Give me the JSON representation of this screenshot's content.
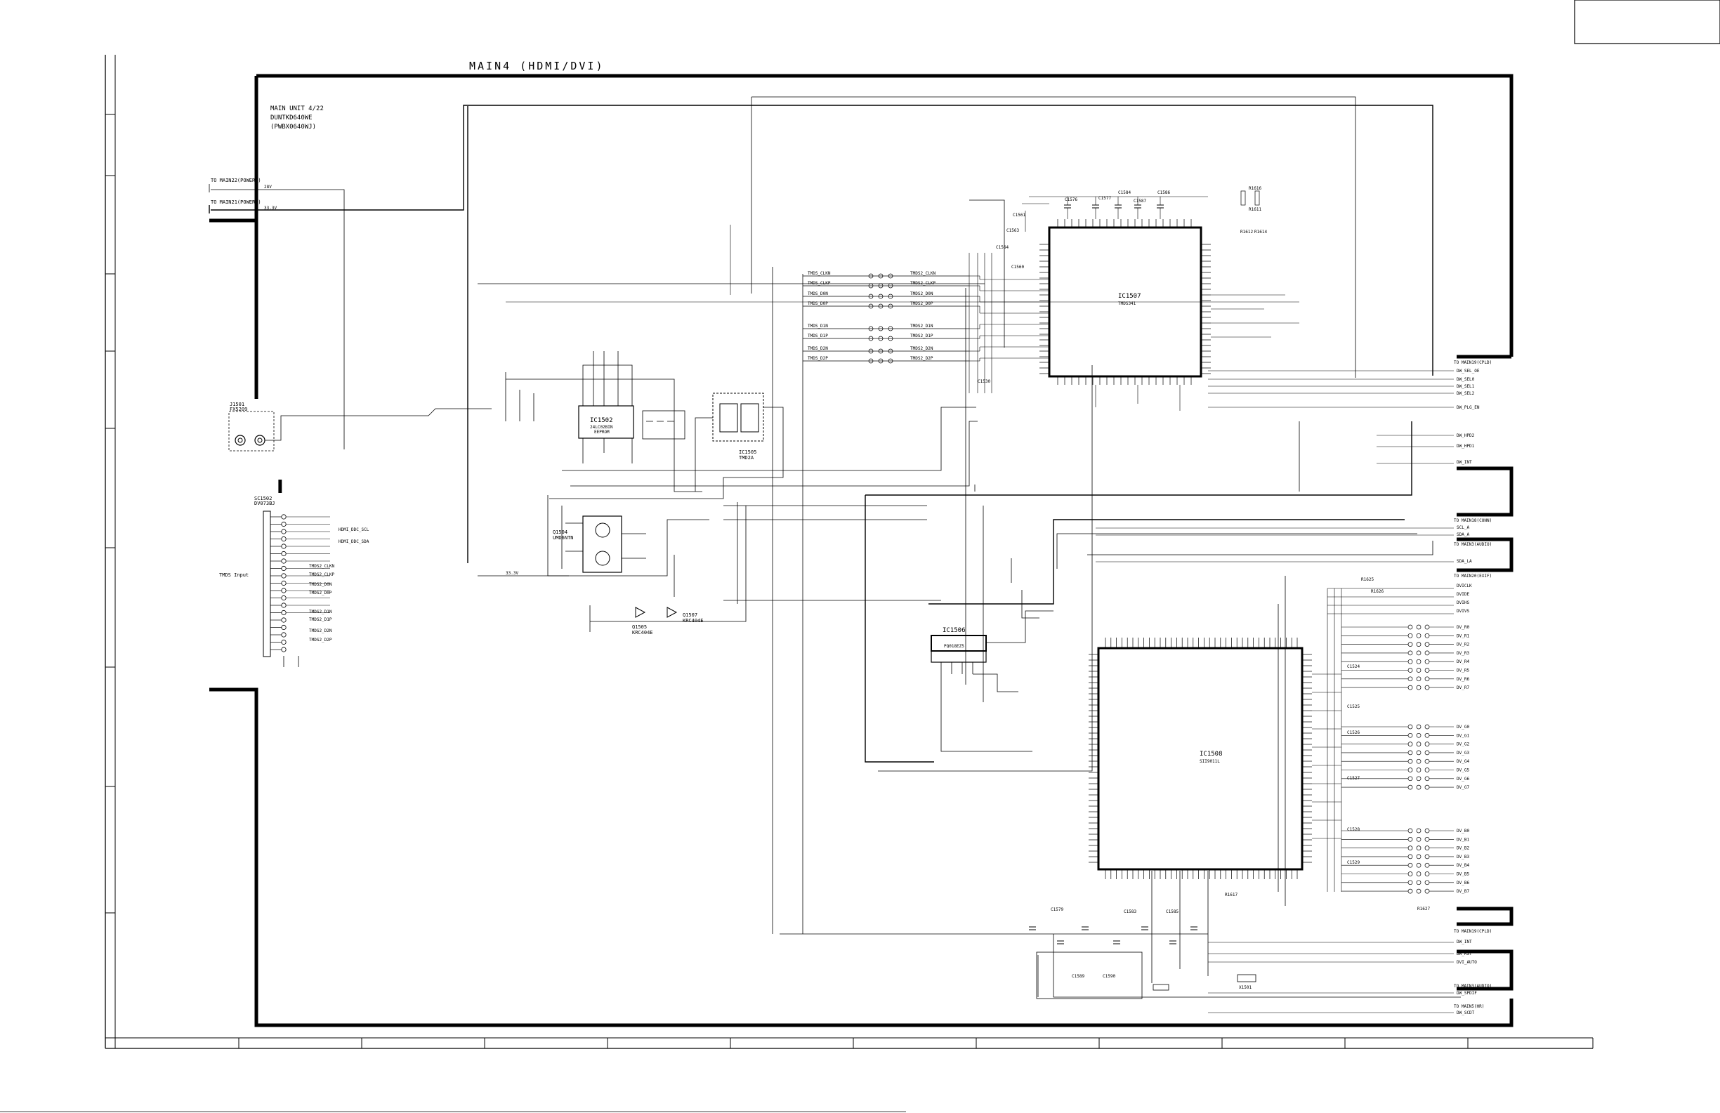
{
  "sheet": {
    "title": "MAIN4 (HDMI/DVI)",
    "unit_lines": [
      "MAIN UNIT 4/22",
      "DUNTKD640WE",
      "(PWBX0640WJ)"
    ],
    "ic_marker": "I"
  },
  "left_connections": {
    "power2": {
      "label": "TO MAIN22(POWER2)",
      "net": "28V"
    },
    "power1": {
      "label": "TO MAIN21(POWER1)",
      "net": "33.3V"
    }
  },
  "connectors": {
    "j1501": [
      "J1501",
      "FX5209"
    ],
    "sc1502": [
      "SC1502",
      "DV073BJ"
    ],
    "tmds_input": "TMDS Input",
    "pins": [
      "HDMI_DDC_SCL",
      "HDMI_DDC_SDA",
      "TMDS2_CLKN",
      "TMDS2_CLKP",
      "TMDS2_D0N",
      "TMDS2_D0P",
      "TMDS2_D1N",
      "TMDS2_D1P",
      "TMDS2_D2N",
      "TMDS2_D2P"
    ]
  },
  "ics": {
    "ic1502": {
      "ref": "IC1502",
      "part": "24LC02BIN",
      "sub": "EEPROM"
    },
    "ic1505": {
      "ref": "IC1505",
      "part": "TMD2A"
    },
    "ic1506": {
      "ref": "IC1506",
      "part": "PQ018EZ5"
    },
    "ic1507": {
      "ref": "IC1507",
      "part": "TMDS341"
    },
    "ic1508": {
      "ref": "IC1508",
      "part": "SII9011L"
    },
    "q1504": {
      "ref": "Q1504",
      "part": "UMD6NTN"
    },
    "q1505": {
      "ref": "Q1505",
      "part": "KRC404E"
    },
    "q1507": {
      "ref": "Q1507",
      "part": "KRC404E"
    }
  },
  "nets": {
    "v33": "33.3V",
    "tmds_left": [
      "TMDS_CLKN",
      "TMDS_CLKP",
      "TMDS_D0N",
      "TMDS_D0P",
      "TMDS_D1N",
      "TMDS_D1P",
      "TMDS_D2N",
      "TMDS_D2P"
    ],
    "tmds_right": [
      "TMDS2_CLKN",
      "TMDS2_CLKP",
      "TMDS2_D0N",
      "TMDS2_D0P",
      "TMDS2_D1N",
      "TMDS2_D1P",
      "TMDS2_D2N",
      "TMDS2_D2P"
    ]
  },
  "right_connections": {
    "cpld_top": {
      "label": "TO MAIN19(CPLD)",
      "nets": [
        "DW_SEL_OE",
        "DW_SEL0",
        "DW_SEL1",
        "DW_SEL2",
        "DW_PLG_EN"
      ]
    },
    "hpd": [
      "DW_HPD2",
      "DW_HPD1"
    ],
    "int": "DW_INT",
    "conn": {
      "label": "TO MAIN18(CONN)",
      "nets": [
        "SCL_A",
        "SDA_A"
      ]
    },
    "audio1": {
      "label": "TO MAIN3(AUDIO)",
      "nets": [
        "SDA_LA"
      ]
    },
    "exif": {
      "label": "TO MAIN20(EXIF)",
      "nets": [
        "DVICLK",
        "DVIDE",
        "DVIHS",
        "DVIVS"
      ]
    },
    "bus_r": [
      "DV_R0",
      "DV_R1",
      "DV_R2",
      "DV_R3",
      "DV_R4",
      "DV_R5",
      "DV_R6",
      "DV_R7"
    ],
    "bus_g": [
      "DV_G0",
      "DV_G1",
      "DV_G2",
      "DV_G3",
      "DV_G4",
      "DV_G5",
      "DV_G6",
      "DV_G7"
    ],
    "bus_b": [
      "DV_B0",
      "DV_B1",
      "DV_B2",
      "DV_B3",
      "DV_B4",
      "DV_B5",
      "DV_B6",
      "DV_B7"
    ],
    "cpld_bottom": {
      "label": "TO MAIN19(CPLD)",
      "nets": [
        "DW_INT",
        "DW_RST",
        "DVI_AUTO"
      ]
    },
    "audio2": {
      "label": "TO MAIN3(AUDIO)",
      "nets": [
        "DW_SPDIF"
      ]
    },
    "hr": {
      "label": "TO MAIN5(HR)",
      "nets": [
        "DW_SCDT"
      ]
    }
  },
  "components": {
    "cap_top": [
      "C1576",
      "C1577",
      "C1584",
      "C1587",
      "C1586"
    ],
    "res_top": [
      "R1616",
      "R1611",
      "R1614",
      "R1612"
    ],
    "cap_left": [
      "C1561",
      "C1563",
      "C1564",
      "C1560",
      "C1530"
    ],
    "misc_ic1508": [
      "C1524",
      "C1525",
      "C1526",
      "C1527",
      "C1528",
      "C1529",
      "R1625",
      "R1626",
      "R1627"
    ],
    "bottom_parts": [
      "C1579",
      "C1583",
      "C1585",
      "C1589",
      "C1590",
      "R1617",
      "X1501"
    ]
  }
}
